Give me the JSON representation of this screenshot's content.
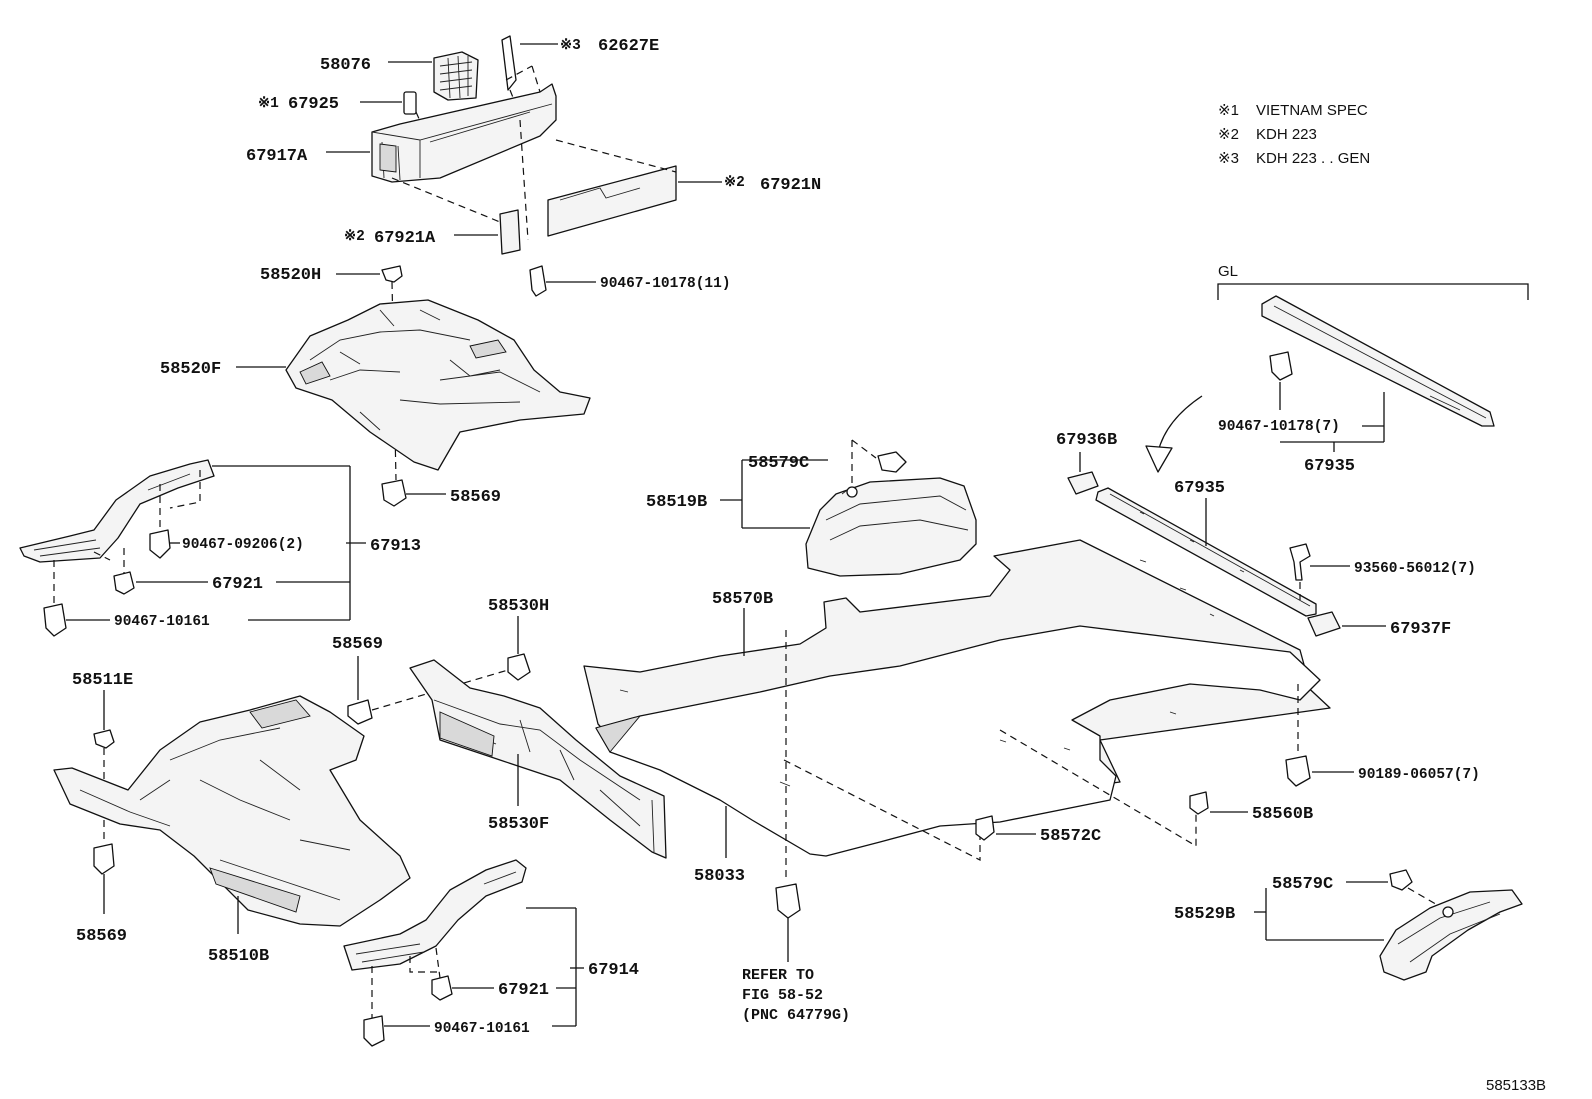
{
  "notes": [
    {
      "symbol": "※1",
      "text": "VIETNAM SPEC"
    },
    {
      "symbol": "※2",
      "text": "KDH 223"
    },
    {
      "symbol": "※3",
      "text": "KDH 223 . . GEN"
    }
  ],
  "gl_label": "GL",
  "labels": {
    "p58076": "58076",
    "p62627E_mark": "※3",
    "p62627E": "62627E",
    "p67925_mark": "※1",
    "p67925": "67925",
    "p67917A": "67917A",
    "p67921N_mark": "※2",
    "p67921N": "67921N",
    "p67921A_mark": "※2",
    "p67921A": "67921A",
    "p58520H": "58520H",
    "p90467_10178_11": "90467-10178(11)",
    "p58520F": "58520F",
    "p58569_top": "58569",
    "p67913": "67913",
    "p90467_09206": "90467-09206(2)",
    "p67921_a": "67921",
    "p90467_10161_a": "90467-10161",
    "p58530H": "58530H",
    "p58569_mid": "58569",
    "p58511E": "58511E",
    "p58530F": "58530F",
    "p58569_left": "58569",
    "p58510B": "58510B",
    "p67914": "67914",
    "p67921_b": "67921",
    "p90467_10161_b": "90467-10161",
    "p58579C_a": "58579C",
    "p58519B": "58519B",
    "p58570B": "58570B",
    "p58033": "58033",
    "p67936B": "67936B",
    "p67935_a": "67935",
    "p93560": "93560-56012(7)",
    "p67937F": "67937F",
    "p90189": "90189-06057(7)",
    "p58560B": "58560B",
    "p58572C": "58572C",
    "p58579C_b": "58579C",
    "p58529B": "58529B",
    "p90467_10178_7": "90467-10178(7)",
    "p67935_b": "67935"
  },
  "refer": [
    "REFER TO",
    "FIG 58-52",
    "(PNC 64779G)"
  ],
  "figure_id": "585133B"
}
